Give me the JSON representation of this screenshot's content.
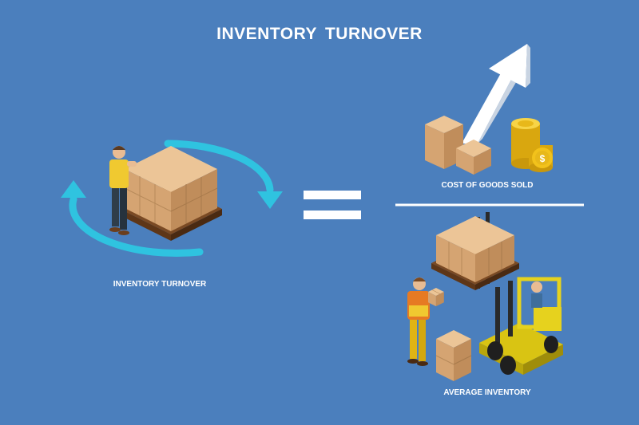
{
  "title": "INVENTORY  TURNOVER",
  "left_label": "INVENTORY TURNOVER",
  "numerator_label": "COST OF GOODS SOLD",
  "denominator_label": "AVERAGE INVENTORY",
  "colors": {
    "background": "#4b7fbd",
    "cycle_arrow": "#2fc3e0",
    "box": "#d9ad7c",
    "pallet": "#7a4a24",
    "coin": "#f2c21b",
    "forklift": "#e6d21e",
    "white": "#ffffff"
  },
  "icons": [
    "cycle-arrows-icon",
    "equals-sign-icon",
    "growth-arrow-icon",
    "coin-stack-icon",
    "forklift-icon"
  ]
}
